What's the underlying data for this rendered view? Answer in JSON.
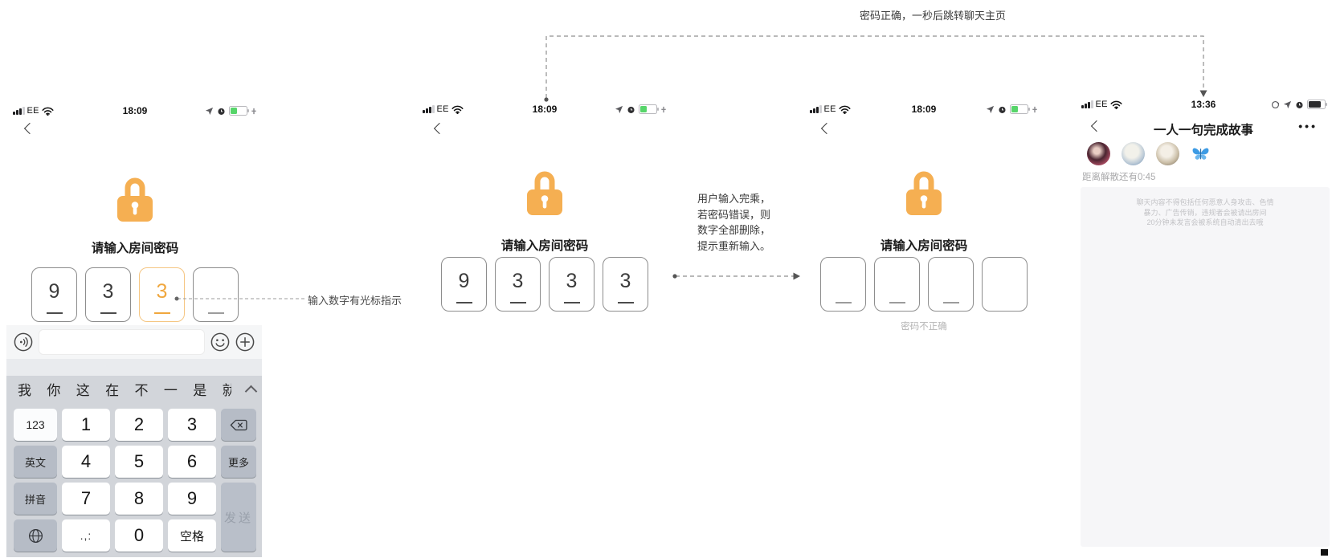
{
  "colors": {
    "accent_orange": "#F0A73E",
    "active_border": "#F5C683",
    "battery_green": "#57D56A",
    "keyboard_bg": "#D2D5DA",
    "panel_bg": "#F6F6F8"
  },
  "flow": {
    "success_label": "密码正确，一秒后跳转聊天主页",
    "cursor_note": "输入数字有光标指示",
    "retry_note_lines": [
      "用户输入完乘，",
      "若密码错误，则",
      "数字全部删除，",
      "提示重新输入。"
    ]
  },
  "status": {
    "carrier": "EE"
  },
  "screens": {
    "entry": {
      "time": "18:09",
      "title": "请输入房间密码",
      "boxes": [
        "9",
        "3",
        "3",
        ""
      ]
    },
    "filled": {
      "time": "18:09",
      "title": "请输入房间密码",
      "boxes": [
        "9",
        "3",
        "3",
        "3"
      ]
    },
    "error": {
      "time": "18:09",
      "title": "请输入房间密码",
      "boxes": [
        "",
        "",
        "",
        ""
      ],
      "error_text": "密码不正确"
    },
    "chat": {
      "time": "13:36",
      "title": "一人一句完成故事",
      "more_label": "•••",
      "countdown": "距离解散还有0:45",
      "notice_lines": [
        "聊天内容不得包括任何恶意人身攻击、色情",
        "暴力、广告传销，违规者会被请出房间",
        "20分钟未发言会被系统自动清出去哦"
      ]
    }
  },
  "keyboard": {
    "candidates": [
      "我",
      "你",
      "这",
      "在",
      "不",
      "一",
      "是",
      "就"
    ],
    "left_keys": [
      "123",
      "英文",
      "拼音"
    ],
    "digit_keys": [
      "1",
      "2",
      "3",
      "4",
      "5",
      "6",
      "7",
      "8",
      "9"
    ],
    "bottom_keys": {
      "punct": ".,:",
      "zero": "0",
      "space": "空格"
    },
    "right_keys": {
      "more": "更多",
      "send": "发送"
    }
  },
  "icons": [
    "signal-icon",
    "wifi-icon",
    "location-icon",
    "alarm-icon",
    "battery-icon",
    "charging-icon",
    "rotation-lock-icon",
    "back-icon",
    "lock-icon",
    "voice-icon",
    "emoji-icon",
    "plus-icon",
    "backspace-icon",
    "globe-icon",
    "collapse-keyboard-icon",
    "more-icon",
    "butterfly-avatar"
  ]
}
